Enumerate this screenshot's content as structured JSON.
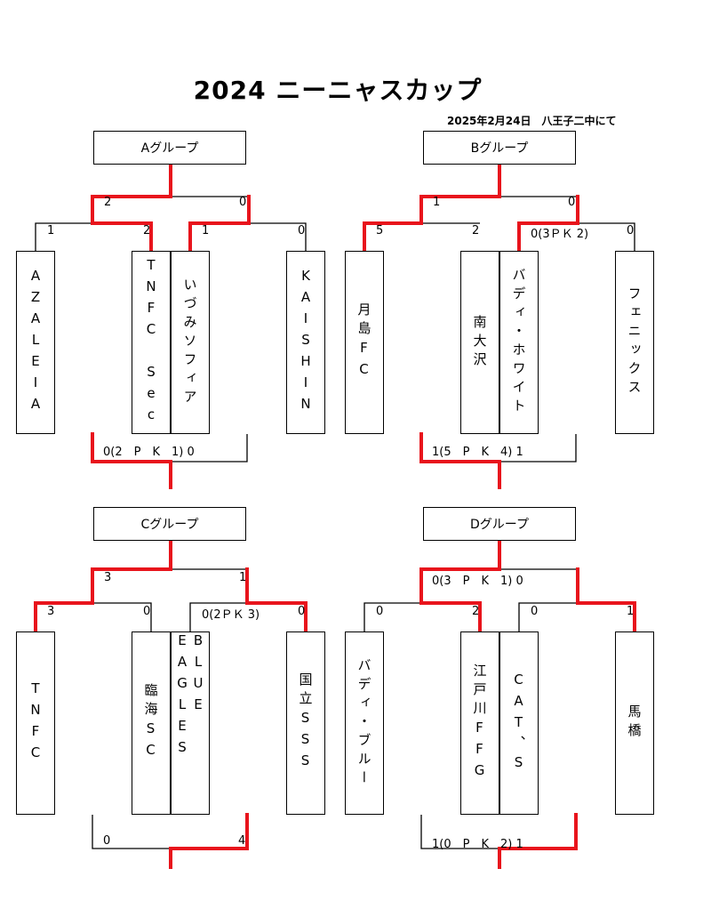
{
  "title": "2024 ニーニャスカップ",
  "date": "2025年2月24日　八王子二中にて",
  "groups": {
    "A": {
      "label": "Aグループ",
      "teams": [
        "AZALEIA",
        "TNFC Sec",
        "いづみソフィア",
        "KAISHIN"
      ],
      "scores": {
        "semi_left": "2",
        "semi_right": "0",
        "t1": "1",
        "t2": "2",
        "t3": "1",
        "t4": "0",
        "third_place": "0(2　P　K　1) 0"
      }
    },
    "B": {
      "label": "Bグループ",
      "teams": [
        "月島FC",
        "南大沢",
        "バディ・ホワイト",
        "フェニックス"
      ],
      "scores": {
        "semi_left": "1",
        "semi_right": "0",
        "t1": "5",
        "t2": "2",
        "t3": "0(3ＰＫ 2)",
        "t4": "0",
        "third_place": "1(5　P　K　4) 1"
      }
    },
    "C": {
      "label": "Cグループ",
      "teams": [
        "TNFC",
        "臨海SC",
        "BLUE EAGLES",
        "国立SSS"
      ],
      "scores": {
        "semi_left": "3",
        "semi_right": "1",
        "t1": "3",
        "t2": "0",
        "t3": "0(2ＰＫ 3)",
        "t4": "0",
        "third_place_left": "0",
        "third_place_right": "4"
      }
    },
    "D": {
      "label": "Dグループ",
      "teams": [
        "バディ・ブルー",
        "江戸川FFG",
        "CAT、S",
        "馬橋"
      ],
      "scores": {
        "final": "0(3　P　K　1) 0",
        "t1": "0",
        "t2": "2",
        "t3": "0",
        "t4": "1",
        "third_place": "1(0　P　K　2) 1"
      }
    }
  },
  "colors": {
    "win_line": "#e8141c",
    "line": "#000000"
  }
}
